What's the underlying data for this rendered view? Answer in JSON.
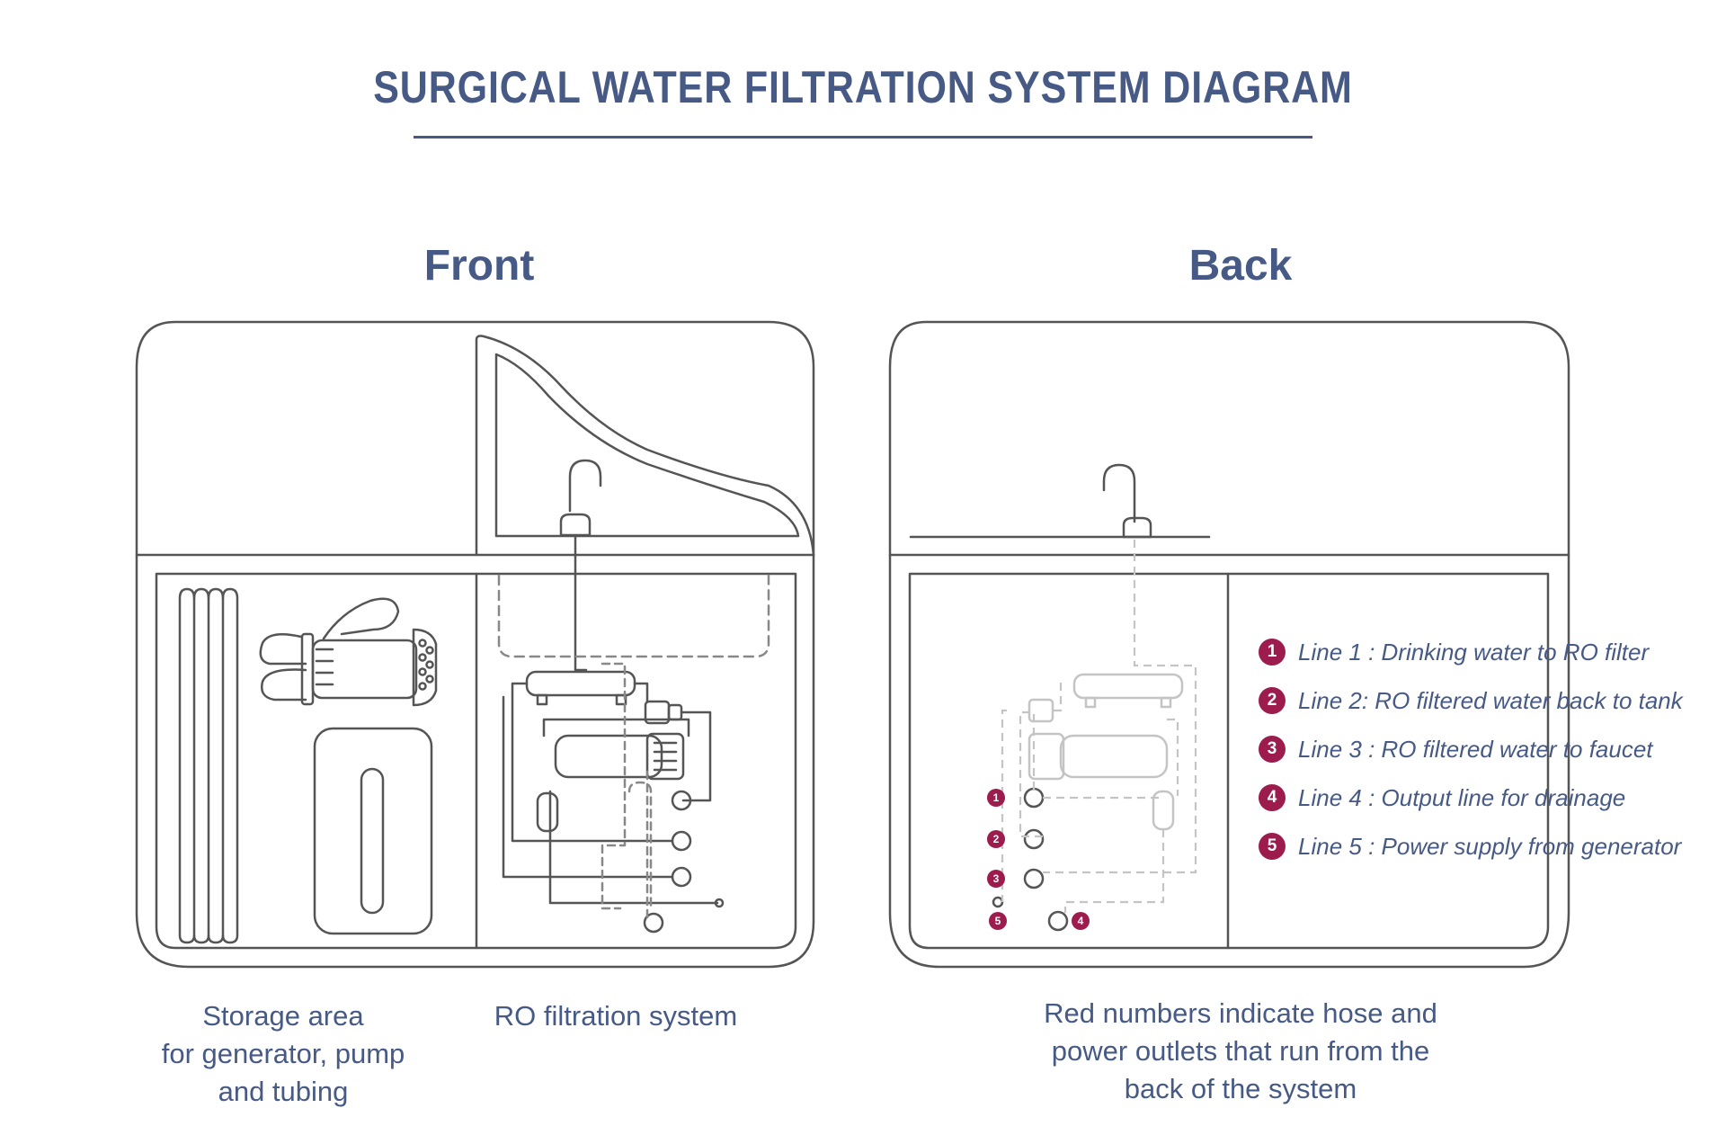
{
  "title": "SURGICAL WATER FILTRATION SYSTEM DIAGRAM",
  "front": {
    "heading": "Front",
    "captions": {
      "storage": [
        "Storage area",
        "for generator, pump",
        "and tubing"
      ],
      "ro": [
        "RO filtration system"
      ]
    }
  },
  "back": {
    "heading": "Back",
    "caption": [
      "Red numbers indicate hose and",
      "power outlets that run from the",
      "back of the system"
    ],
    "legend": [
      {
        "num": "1",
        "text": "Line 1 : Drinking water to RO filter"
      },
      {
        "num": "2",
        "text": "Line 2:  RO filtered water back to tank"
      },
      {
        "num": "3",
        "text": "Line 3 : RO filtered water to faucet"
      },
      {
        "num": "4",
        "text": "Line 4 : Output line for drainage"
      },
      {
        "num": "5",
        "text": "Line 5 : Power supply from generator"
      }
    ],
    "outlet_markers": [
      "1",
      "2",
      "3",
      "5",
      "4"
    ]
  },
  "colors": {
    "text": "#465a85",
    "line": "#555555",
    "dashed": "#bdbdbd",
    "badge": "#9c1c4e"
  }
}
